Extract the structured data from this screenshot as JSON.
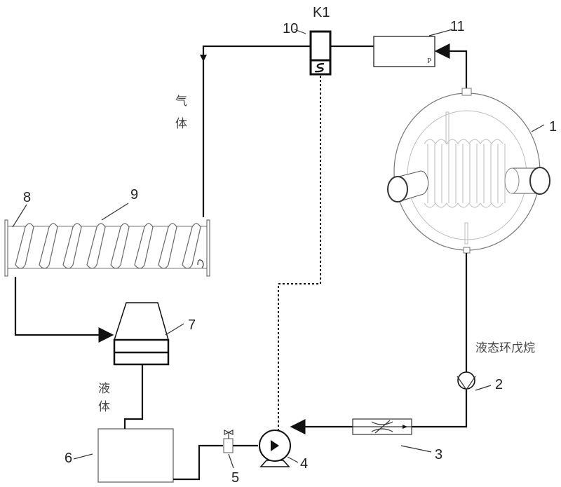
{
  "labels": {
    "vessel": "1",
    "check_valve": "2",
    "flow_meter": "3",
    "pump": "4",
    "valve": "5",
    "tank": "6",
    "condenser": "7",
    "coil_pipe": "8",
    "coil": "9",
    "solenoid_valve": "10",
    "pressure_controller": "11",
    "solenoid_valve_code": "K1",
    "pressure_mark": "P"
  },
  "annotations": {
    "gas_1": "气",
    "gas_2": "体",
    "liquid_1": "液",
    "liquid_2": "体",
    "liquid_cyclopentane": "液态环戊烷"
  }
}
